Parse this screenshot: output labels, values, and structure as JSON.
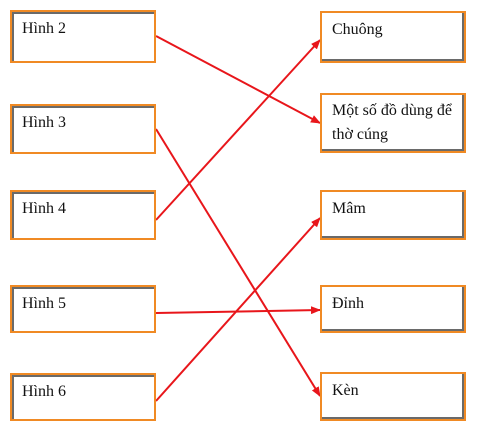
{
  "left": [
    {
      "id": "h2",
      "label": "Hình 2"
    },
    {
      "id": "h3",
      "label": "Hình 3"
    },
    {
      "id": "h4",
      "label": "Hình 4"
    },
    {
      "id": "h5",
      "label": "Hình 5"
    },
    {
      "id": "h6",
      "label": "Hình 6"
    }
  ],
  "right": [
    {
      "id": "r1",
      "label": "Chuông"
    },
    {
      "id": "r2",
      "label": "Một số đồ dùng để thờ cúng"
    },
    {
      "id": "r3",
      "label": "Mâm"
    },
    {
      "id": "r4",
      "label": "Đỉnh"
    },
    {
      "id": "r5",
      "label": "Kèn"
    }
  ],
  "connections": [
    {
      "from": "h2",
      "to": "r2"
    },
    {
      "from": "h3",
      "to": "r5"
    },
    {
      "from": "h4",
      "to": "r1"
    },
    {
      "from": "h5",
      "to": "r4"
    },
    {
      "from": "h6",
      "to": "r3"
    }
  ],
  "colors": {
    "box_border": "#f08a24",
    "box_shadow": "#6a6a6a",
    "arrow": "#e8161b",
    "text": "#111111"
  }
}
